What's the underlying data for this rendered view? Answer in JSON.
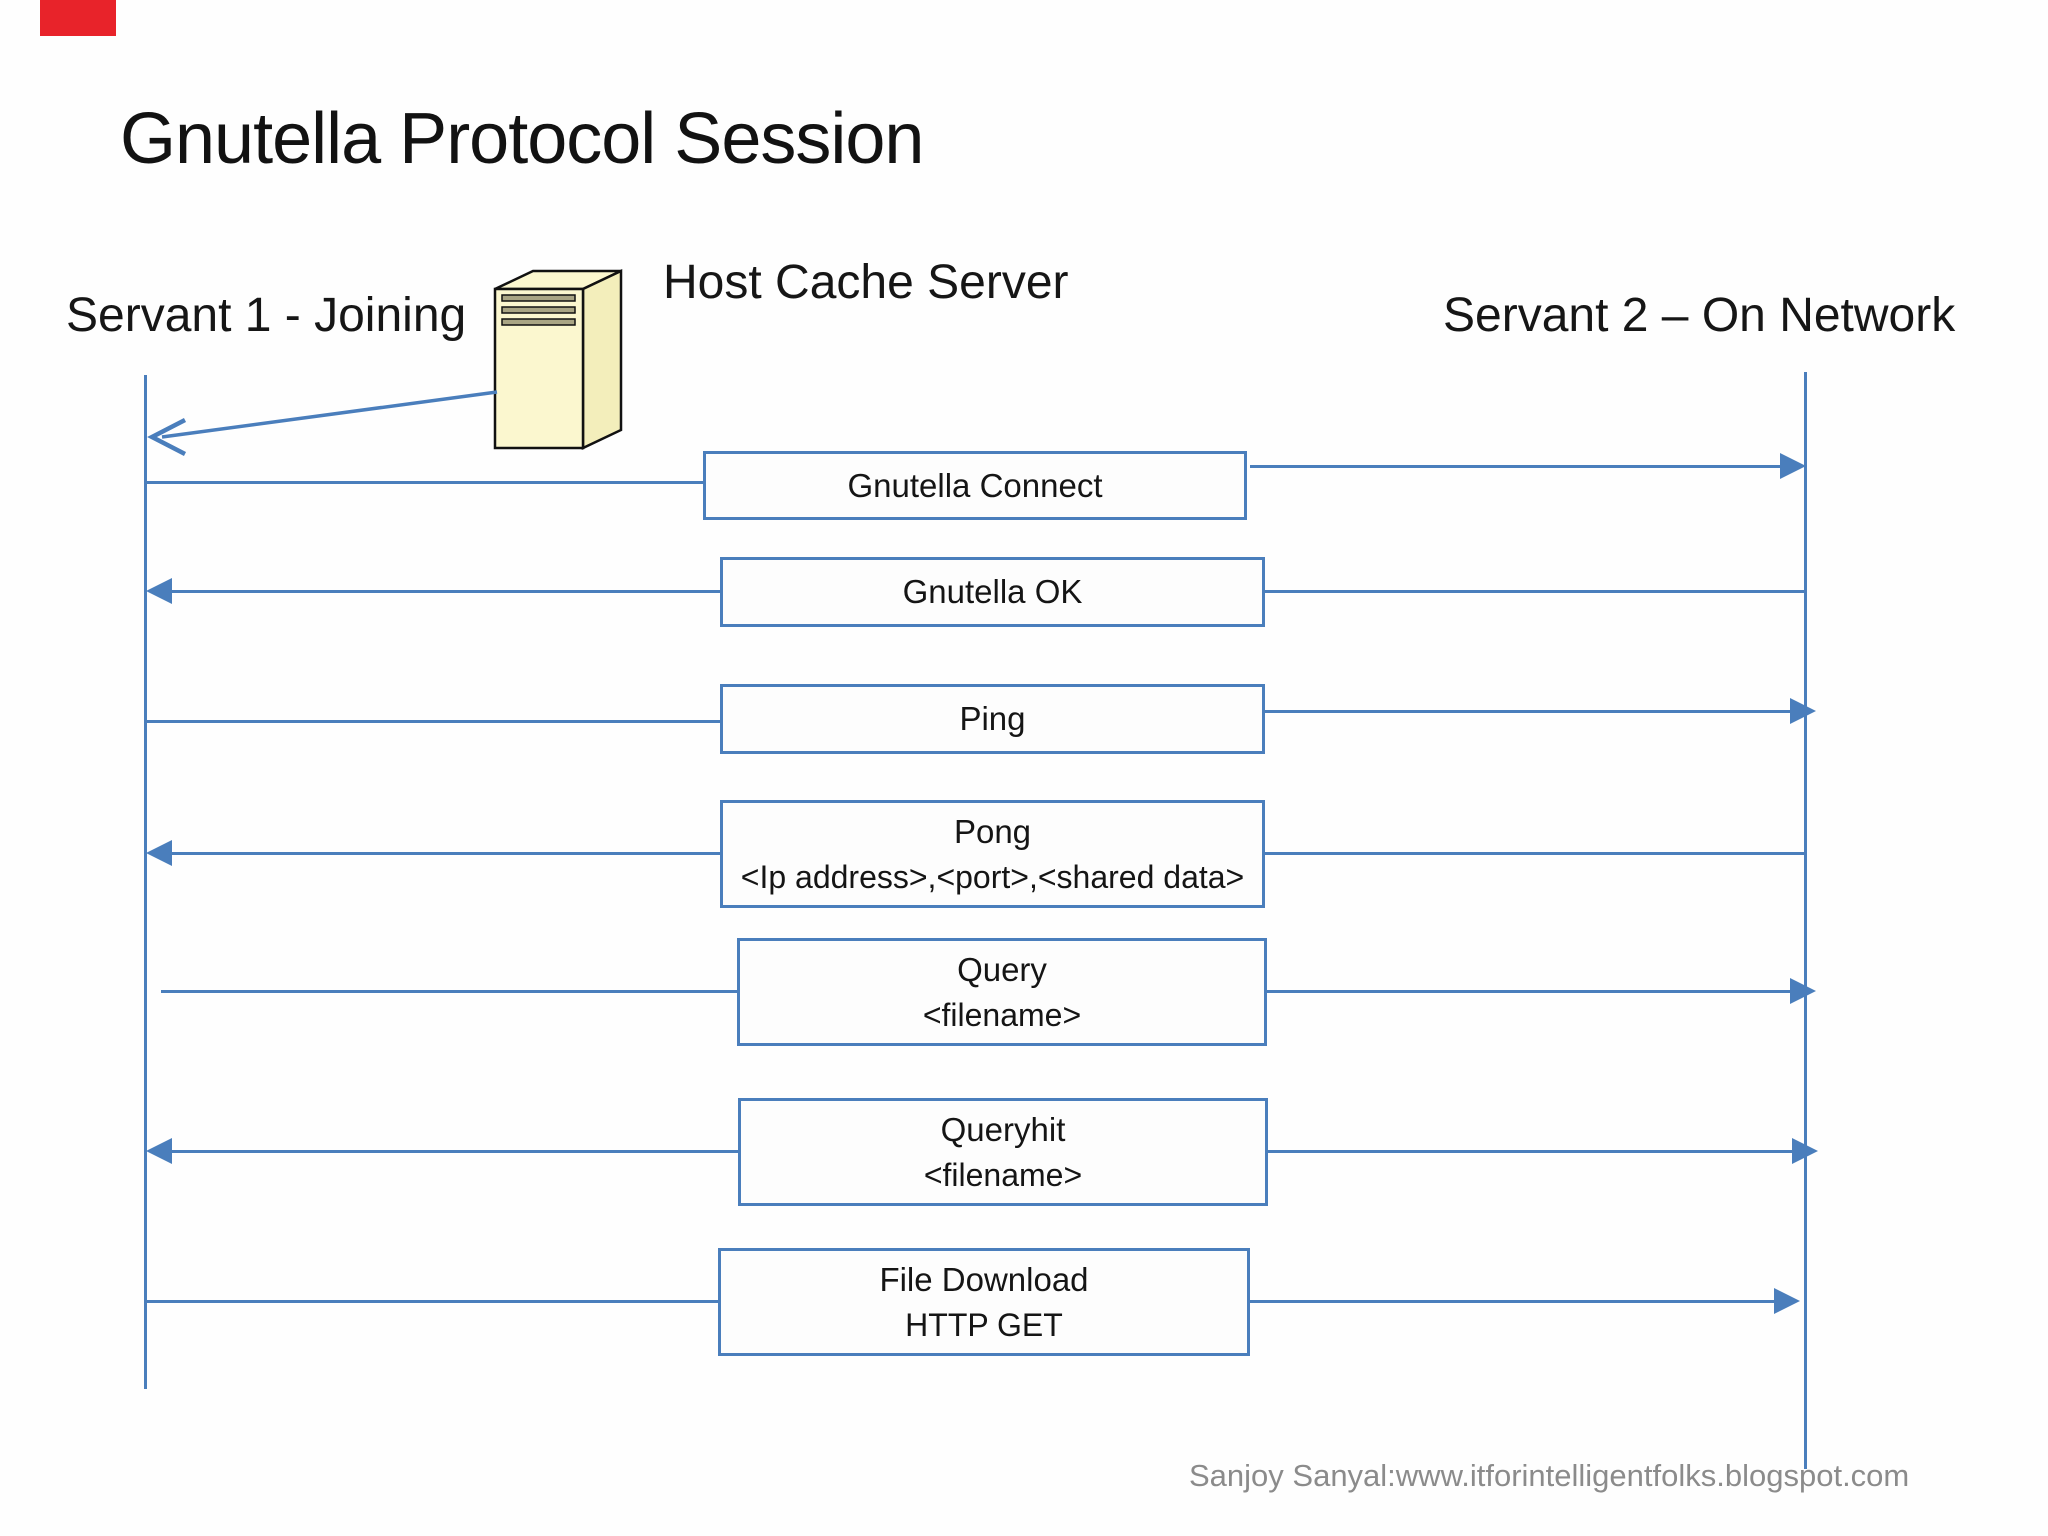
{
  "slide": {
    "title": "Gnutella Protocol Session"
  },
  "actors": {
    "servant1": "Servant 1 - Joining",
    "host_cache_server": "Host Cache Server",
    "servant2": "Servant 2 – On Network"
  },
  "messages": [
    {
      "label": "Gnutella Connect",
      "sublabel": "",
      "direction": "left-to-right"
    },
    {
      "label": "Gnutella OK",
      "sublabel": "",
      "direction": "right-to-left"
    },
    {
      "label": "Ping",
      "sublabel": "",
      "direction": "left-to-right"
    },
    {
      "label": "Pong",
      "sublabel": "<Ip address>,<port>,<shared data>",
      "direction": "right-to-left"
    },
    {
      "label": "Query",
      "sublabel": "<filename>",
      "direction": "left-to-right"
    },
    {
      "label": "Queryhit",
      "sublabel": "<filename>",
      "direction": "both"
    },
    {
      "label": "File Download",
      "sublabel": "HTTP GET",
      "direction": "left-to-right"
    }
  ],
  "footer": {
    "credit": "Sanjoy Sanyal:www.itforintelligentfolks.blogspot.com"
  },
  "icons": {
    "server": "host-cache-server-icon",
    "bootstrap_arrow": "host-cache-bootstrap-arrow",
    "arrowhead_left": "arrowhead-left-icon",
    "arrowhead_right": "arrowhead-right-icon"
  },
  "colors": {
    "accent_blue": "#4a7ebc",
    "server_yellow": "#fbf7cf",
    "server_side_yellow": "#f3eebb",
    "footer_gray": "#8b8b8b",
    "corner_red": "#e8232a",
    "text": "#141414"
  }
}
